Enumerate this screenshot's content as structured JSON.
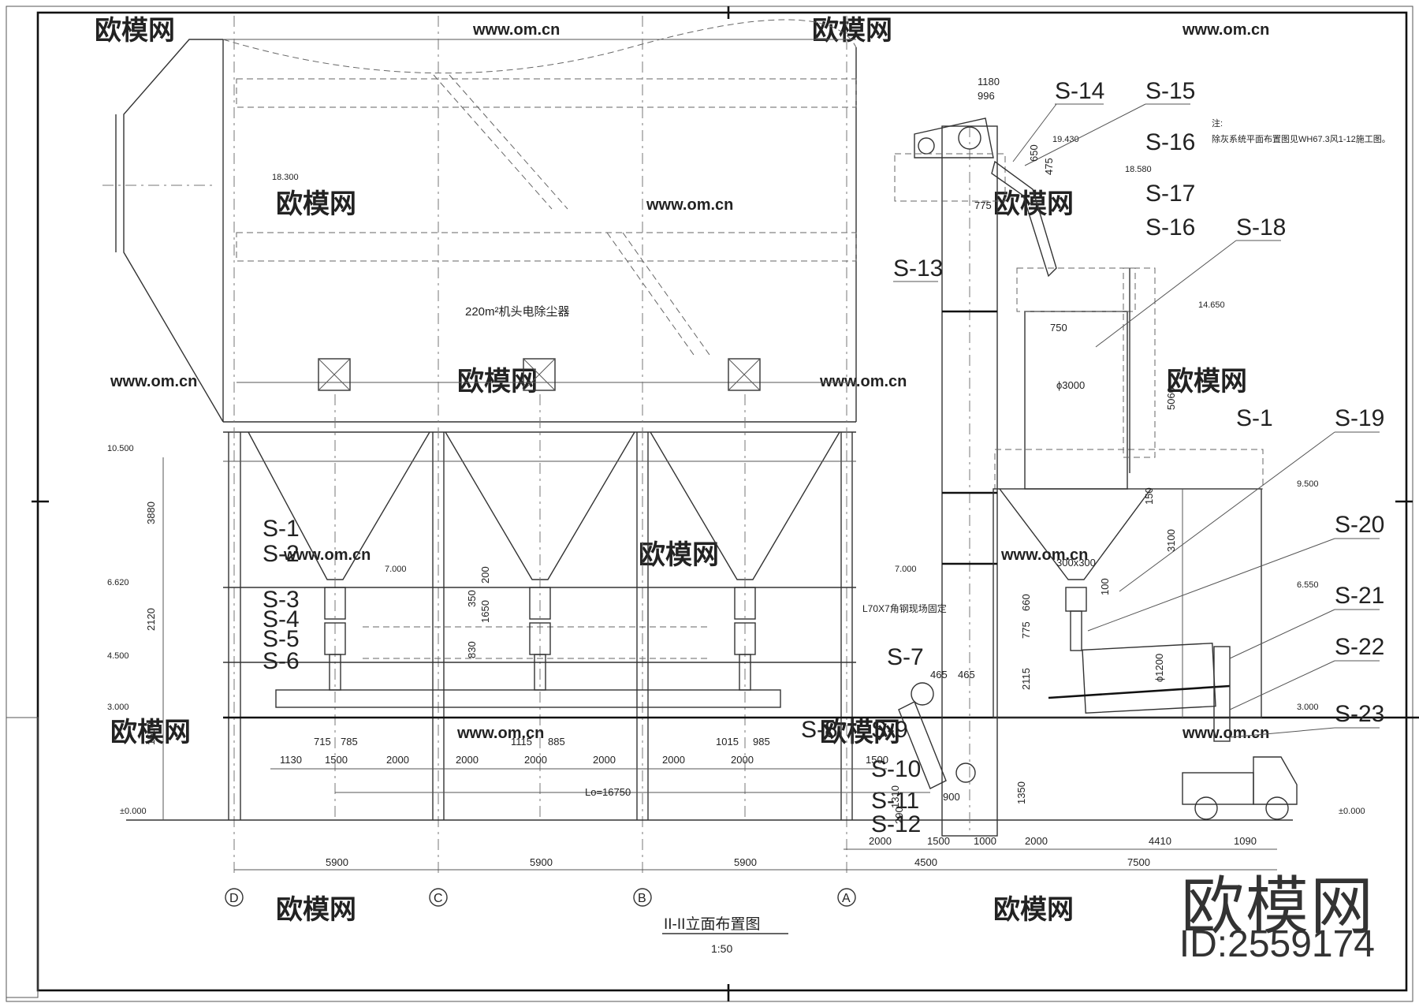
{
  "drawing": {
    "title": "II-II立面布置图",
    "scale": "1:50",
    "note_title": "注:",
    "note_text": "除灰系统平面布置图见WH67.3风1-12施工图。",
    "equipment_label": "220m²机头电除尘器",
    "angle_label": "L70X7角钢现场固定",
    "conveyor_length": "Lo=16750",
    "axes": [
      "D",
      "C",
      "B",
      "A"
    ],
    "axis_spans": [
      "5900",
      "5900",
      "5900",
      "4500",
      "7500"
    ],
    "levels": [
      "18.300",
      "10.500",
      "6.620",
      "4.500",
      "3.000",
      "±0.000",
      "7.000",
      "7.000",
      "19.430",
      "18.580",
      "14.650",
      "9.500",
      "6.550",
      "3.000",
      "±0.000"
    ],
    "tags": [
      "S-1",
      "S-2",
      "S-3",
      "S-4",
      "S-5",
      "S-6",
      "S-7",
      "S-8",
      "S-9",
      "S-10",
      "S-11",
      "S-12",
      "S-13",
      "S-14",
      "S-15",
      "S-16",
      "S-17",
      "S-16",
      "S-18",
      "S-1",
      "S-19",
      "S-20",
      "S-21",
      "S-22",
      "S-23"
    ],
    "left_dims": [
      "3880",
      "2120",
      "1500"
    ],
    "bottom_dims_row1": [
      "715",
      "785",
      "1115",
      "885",
      "1015",
      "985"
    ],
    "bottom_dims_row2": [
      "1130",
      "1500",
      "2000",
      "2000",
      "2000",
      "2000",
      "2000",
      "2000",
      "1500"
    ],
    "bottom_dims_row3": [
      "2000",
      "1500",
      "1000",
      "2000",
      "4410",
      "1090"
    ],
    "misc_dims": [
      "1180",
      "996",
      "650",
      "475",
      "775",
      "750",
      "ϕ3000",
      "5060",
      "150",
      "3100",
      "300x300",
      "100",
      "775",
      "660",
      "2115",
      "ϕ1200",
      "830",
      "200",
      "350",
      "1650",
      "900",
      "1350",
      "1310",
      "290",
      "465",
      "465"
    ]
  },
  "watermark": {
    "brand_cn": "欧模网",
    "url": "www.om.cn",
    "id_text": "ID:2559174"
  }
}
